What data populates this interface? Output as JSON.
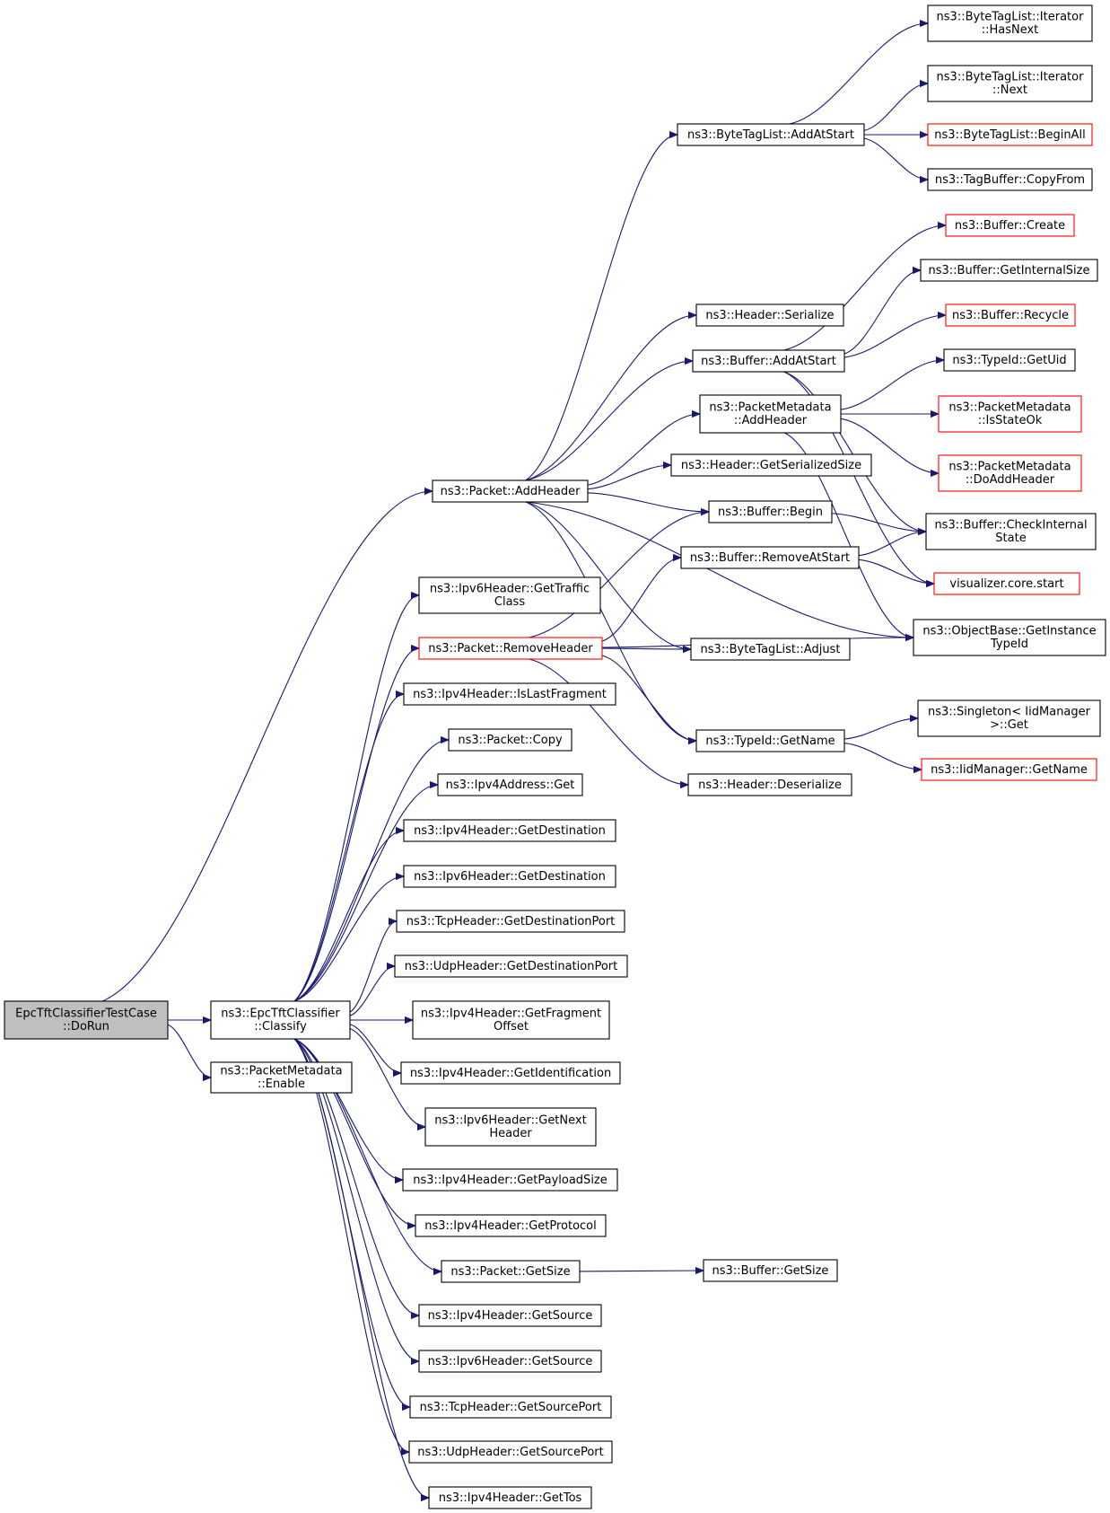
{
  "nodes": [
    {
      "id": "root",
      "lines": [
        "EpcTftClassifierTestCase",
        "::DoRun"
      ],
      "style": "root"
    },
    {
      "id": "classify",
      "lines": [
        "ns3::EpcTftClassifier",
        "::Classify"
      ]
    },
    {
      "id": "pm_enable",
      "lines": [
        "ns3::PacketMetadata",
        "::Enable"
      ]
    },
    {
      "id": "pkt_addheader",
      "lines": [
        "ns3::Packet::AddHeader"
      ]
    },
    {
      "id": "bytetag_addatstart",
      "lines": [
        "ns3::ByteTagList::AddAtStart"
      ]
    },
    {
      "id": "it_hasnext",
      "lines": [
        "ns3::ByteTagList::Iterator",
        "::HasNext"
      ]
    },
    {
      "id": "it_next",
      "lines": [
        "ns3::ByteTagList::Iterator",
        "::Next"
      ]
    },
    {
      "id": "bytetag_beginall",
      "lines": [
        "ns3::ByteTagList::BeginAll"
      ],
      "style": "red"
    },
    {
      "id": "tagbuffer_copyfrom",
      "lines": [
        "ns3::TagBuffer::CopyFrom"
      ]
    },
    {
      "id": "buf_create",
      "lines": [
        "ns3::Buffer::Create"
      ],
      "style": "red"
    },
    {
      "id": "buf_getinternalsize",
      "lines": [
        "ns3::Buffer::GetInternalSize"
      ]
    },
    {
      "id": "hdr_serialize",
      "lines": [
        "ns3::Header::Serialize"
      ]
    },
    {
      "id": "buf_recycle",
      "lines": [
        "ns3::Buffer::Recycle"
      ],
      "style": "red"
    },
    {
      "id": "buf_addatstart",
      "lines": [
        "ns3::Buffer::AddAtStart"
      ]
    },
    {
      "id": "typeid_getuid",
      "lines": [
        "ns3::TypeId::GetUid"
      ]
    },
    {
      "id": "pm_addheader",
      "lines": [
        "ns3::PacketMetadata",
        "::AddHeader"
      ]
    },
    {
      "id": "pm_isstateok",
      "lines": [
        "ns3::PacketMetadata",
        "::IsStateOk"
      ],
      "style": "red"
    },
    {
      "id": "hdr_getserializedsize",
      "lines": [
        "ns3::Header::GetSerializedSize"
      ]
    },
    {
      "id": "pm_doaddheader",
      "lines": [
        "ns3::PacketMetadata",
        "::DoAddHeader"
      ],
      "style": "red"
    },
    {
      "id": "buf_begin",
      "lines": [
        "ns3::Buffer::Begin"
      ]
    },
    {
      "id": "buf_checkinternalstate",
      "lines": [
        "ns3::Buffer::CheckInternal",
        "State"
      ]
    },
    {
      "id": "buf_removeatstart",
      "lines": [
        "ns3::Buffer::RemoveAtStart"
      ]
    },
    {
      "id": "vis_start",
      "lines": [
        "visualizer.core.start"
      ],
      "style": "red"
    },
    {
      "id": "ipv6_gettrafficclass",
      "lines": [
        "ns3::Ipv6Header::GetTraffic",
        "Class"
      ]
    },
    {
      "id": "obj_getinstancetypeid",
      "lines": [
        "ns3::ObjectBase::GetInstance",
        "TypeId"
      ]
    },
    {
      "id": "pkt_removeheader",
      "lines": [
        "ns3::Packet::RemoveHeader"
      ],
      "style": "red"
    },
    {
      "id": "bytetag_adjust",
      "lines": [
        "ns3::ByteTagList::Adjust"
      ]
    },
    {
      "id": "ipv4_islastfragment",
      "lines": [
        "ns3::Ipv4Header::IsLastFragment"
      ]
    },
    {
      "id": "singleton_get",
      "lines": [
        "ns3::Singleton< IidManager",
        ">::Get"
      ]
    },
    {
      "id": "typeid_getname",
      "lines": [
        "ns3::TypeId::GetName"
      ]
    },
    {
      "id": "pkt_copy",
      "lines": [
        "ns3::Packet::Copy"
      ]
    },
    {
      "id": "iidmanager_getname",
      "lines": [
        "ns3::IidManager::GetName"
      ],
      "style": "red"
    },
    {
      "id": "ipv4addr_get",
      "lines": [
        "ns3::Ipv4Address::Get"
      ]
    },
    {
      "id": "hdr_deserialize",
      "lines": [
        "ns3::Header::Deserialize"
      ]
    },
    {
      "id": "ipv4_getdestination",
      "lines": [
        "ns3::Ipv4Header::GetDestination"
      ]
    },
    {
      "id": "ipv6_getdestination",
      "lines": [
        "ns3::Ipv6Header::GetDestination"
      ]
    },
    {
      "id": "tcp_getdestinationport",
      "lines": [
        "ns3::TcpHeader::GetDestinationPort"
      ]
    },
    {
      "id": "udp_getdestinationport",
      "lines": [
        "ns3::UdpHeader::GetDestinationPort"
      ]
    },
    {
      "id": "ipv4_getfragmentoffset",
      "lines": [
        "ns3::Ipv4Header::GetFragment",
        "Offset"
      ]
    },
    {
      "id": "ipv4_getidentification",
      "lines": [
        "ns3::Ipv4Header::GetIdentification"
      ]
    },
    {
      "id": "ipv6_getnextheader",
      "lines": [
        "ns3::Ipv6Header::GetNext",
        "Header"
      ]
    },
    {
      "id": "ipv4_getpayloadsize",
      "lines": [
        "ns3::Ipv4Header::GetPayloadSize"
      ]
    },
    {
      "id": "ipv4_getprotocol",
      "lines": [
        "ns3::Ipv4Header::GetProtocol"
      ]
    },
    {
      "id": "pkt_getsize",
      "lines": [
        "ns3::Packet::GetSize"
      ]
    },
    {
      "id": "buf_getsize",
      "lines": [
        "ns3::Buffer::GetSize"
      ]
    },
    {
      "id": "ipv4_getsource",
      "lines": [
        "ns3::Ipv4Header::GetSource"
      ]
    },
    {
      "id": "ipv6_getsource",
      "lines": [
        "ns3::Ipv6Header::GetSource"
      ]
    },
    {
      "id": "tcp_getsourceport",
      "lines": [
        "ns3::TcpHeader::GetSourcePort"
      ]
    },
    {
      "id": "udp_getsourceport",
      "lines": [
        "ns3::UdpHeader::GetSourcePort"
      ]
    },
    {
      "id": "ipv4_gettos",
      "lines": [
        "ns3::Ipv4Header::GetTos"
      ]
    }
  ],
  "edges": [
    [
      "root",
      "pkt_addheader"
    ],
    [
      "root",
      "classify"
    ],
    [
      "root",
      "pm_enable"
    ],
    [
      "pkt_addheader",
      "bytetag_addatstart"
    ],
    [
      "pkt_addheader",
      "hdr_serialize"
    ],
    [
      "pkt_addheader",
      "buf_addatstart"
    ],
    [
      "pkt_addheader",
      "pm_addheader"
    ],
    [
      "pkt_addheader",
      "hdr_getserializedsize"
    ],
    [
      "pkt_addheader",
      "buf_begin"
    ],
    [
      "pkt_addheader",
      "bytetag_adjust"
    ],
    [
      "pkt_addheader",
      "typeid_getname"
    ],
    [
      "pkt_addheader",
      "obj_getinstancetypeid"
    ],
    [
      "bytetag_addatstart",
      "it_hasnext"
    ],
    [
      "bytetag_addatstart",
      "it_next"
    ],
    [
      "bytetag_addatstart",
      "bytetag_beginall"
    ],
    [
      "bytetag_addatstart",
      "tagbuffer_copyfrom"
    ],
    [
      "buf_addatstart",
      "buf_create"
    ],
    [
      "buf_addatstart",
      "buf_getinternalsize"
    ],
    [
      "buf_addatstart",
      "buf_recycle"
    ],
    [
      "buf_addatstart",
      "buf_checkinternalstate"
    ],
    [
      "buf_addatstart",
      "vis_start"
    ],
    [
      "pm_addheader",
      "typeid_getuid"
    ],
    [
      "pm_addheader",
      "pm_isstateok"
    ],
    [
      "pm_addheader",
      "pm_doaddheader"
    ],
    [
      "pm_addheader",
      "obj_getinstancetypeid"
    ],
    [
      "buf_begin",
      "buf_checkinternalstate"
    ],
    [
      "buf_removeatstart",
      "buf_checkinternalstate"
    ],
    [
      "buf_removeatstart",
      "vis_start"
    ],
    [
      "pkt_removeheader",
      "buf_begin"
    ],
    [
      "pkt_removeheader",
      "buf_removeatstart"
    ],
    [
      "pkt_removeheader",
      "bytetag_adjust"
    ],
    [
      "pkt_removeheader",
      "obj_getinstancetypeid"
    ],
    [
      "pkt_removeheader",
      "typeid_getname"
    ],
    [
      "pkt_removeheader",
      "hdr_deserialize"
    ],
    [
      "typeid_getname",
      "singleton_get"
    ],
    [
      "typeid_getname",
      "iidmanager_getname"
    ],
    [
      "pkt_getsize",
      "buf_getsize"
    ],
    [
      "classify",
      "ipv6_gettrafficclass"
    ],
    [
      "classify",
      "pkt_removeheader"
    ],
    [
      "classify",
      "ipv4_islastfragment"
    ],
    [
      "classify",
      "pkt_copy"
    ],
    [
      "classify",
      "ipv4addr_get"
    ],
    [
      "classify",
      "ipv4_getdestination"
    ],
    [
      "classify",
      "ipv6_getdestination"
    ],
    [
      "classify",
      "tcp_getdestinationport"
    ],
    [
      "classify",
      "udp_getdestinationport"
    ],
    [
      "classify",
      "ipv4_getfragmentoffset"
    ],
    [
      "classify",
      "ipv4_getidentification"
    ],
    [
      "classify",
      "ipv6_getnextheader"
    ],
    [
      "classify",
      "ipv4_getpayloadsize"
    ],
    [
      "classify",
      "ipv4_getprotocol"
    ],
    [
      "classify",
      "pkt_getsize"
    ],
    [
      "classify",
      "ipv4_getsource"
    ],
    [
      "classify",
      "ipv6_getsource"
    ],
    [
      "classify",
      "tcp_getsourceport"
    ],
    [
      "classify",
      "udp_getsourceport"
    ],
    [
      "classify",
      "ipv4_gettos"
    ]
  ]
}
